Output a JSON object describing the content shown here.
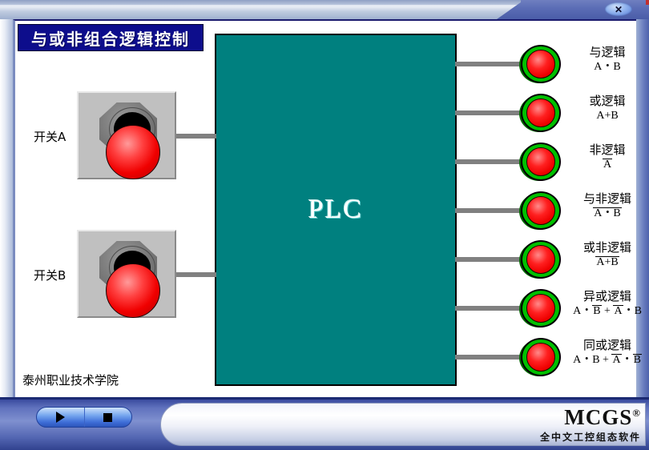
{
  "window": {
    "close_label": "✕"
  },
  "banner": {
    "title": "与或非组合逻辑控制"
  },
  "plc": {
    "label": "PLC"
  },
  "switches": [
    {
      "label": "开关A",
      "state": "red"
    },
    {
      "label": "开关B",
      "state": "red"
    }
  ],
  "outputs": [
    {
      "name": "与逻辑",
      "expr_plain": "A・B",
      "lamp": "red"
    },
    {
      "name": "或逻辑",
      "expr_plain": "A+B",
      "lamp": "red"
    },
    {
      "name": "非逻辑",
      "expr_plain": "Ā",
      "lamp": "red"
    },
    {
      "name": "与非逻辑",
      "expr_plain": "‾A・B‾",
      "lamp": "red"
    },
    {
      "name": "或非逻辑",
      "expr_plain": "‾A+B‾",
      "lamp": "red"
    },
    {
      "name": "异或逻辑",
      "expr_plain": "A・B̄ + Ā・B",
      "lamp": "red"
    },
    {
      "name": "同或逻辑",
      "expr_plain": "A・B + Ā・B̄",
      "lamp": "red"
    }
  ],
  "expr_parts": {
    "and": [
      {
        "t": "A"
      },
      {
        "t": "・"
      },
      {
        "t": "B"
      }
    ],
    "or": [
      {
        "t": "A+B"
      }
    ],
    "not": [
      {
        "t": "A",
        "bar": true
      }
    ],
    "nand": [
      {
        "t": "A・B",
        "bar": true
      }
    ],
    "nor": [
      {
        "t": "A+B",
        "bar": true
      }
    ],
    "xor": [
      {
        "t": "A"
      },
      {
        "t": "・"
      },
      {
        "t": "B",
        "bar": true
      },
      {
        "t": " + "
      },
      {
        "t": "A",
        "bar": true
      },
      {
        "t": "・"
      },
      {
        "t": "B"
      }
    ],
    "xnor": [
      {
        "t": "A"
      },
      {
        "t": "・"
      },
      {
        "t": "B"
      },
      {
        "t": " + "
      },
      {
        "t": "A",
        "bar": true
      },
      {
        "t": "・"
      },
      {
        "t": "B",
        "bar": true
      }
    ]
  },
  "footer": {
    "institution": "泰州职业技术学院"
  },
  "toolbar": {
    "play_label": "▶",
    "stop_label": "■"
  },
  "logo": {
    "main": "MCGS",
    "registered": "®",
    "sub": "全中文工控组态软件"
  },
  "colors": {
    "plc_fill": "#00807f",
    "banner_bg": "#0d0d8c",
    "lamp_ring": "#00c000",
    "lamp_core": "#ee0000",
    "wire": "#808080",
    "switch_panel": "#c0c0c0",
    "titlebar_accent": "#4a5da8"
  }
}
